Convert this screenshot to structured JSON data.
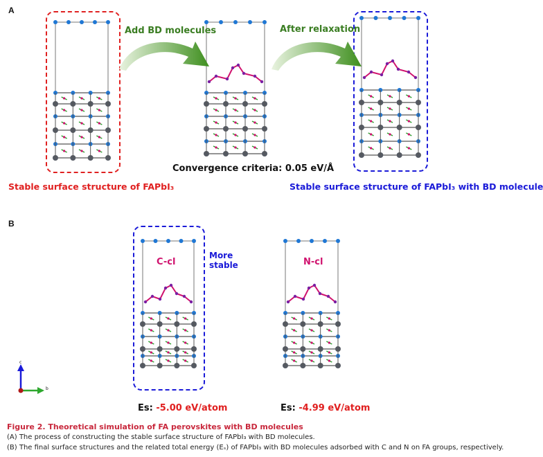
{
  "panel_a": {
    "letter": "A",
    "arrow1_label": "Add BD molecules",
    "arrow2_label": "After relaxation",
    "criteria": "Convergence criteria: 0.05 eV/Å",
    "caption_left": "Stable surface structure of FAPbI₃",
    "caption_right": "Stable surface structure of FAPbI₃ with BD molecule"
  },
  "panel_b": {
    "letter": "B",
    "site_c": "C-cl",
    "site_n": "N-cl",
    "more_line1": "More",
    "more_line2": "stable",
    "es_label": "Es:",
    "es_c": "-5.00 eV/atom",
    "es_n": "-4.99 eV/atom",
    "axis_c": "c",
    "axis_b": "b"
  },
  "figure": {
    "title": "Figure 2. Theoretical simulation of FA perovskites with BD molecules",
    "line_a": "(A) The process of constructing the stable surface structure of FAPbI₃ with BD molecules.",
    "line_b": "(B) The final surface structures and the related total energy (Eₛ) of FAPbI₃ with BD molecules adsorbed with C and N on FA groups, respectively."
  },
  "colors": {
    "iodine": "#1f77d4",
    "lead": "#555a63",
    "bd_molecule": "#d0126e",
    "fa_green": "#2e9e2e",
    "red": "#e02020",
    "blue": "#1a1ad8",
    "arrow_green": "#4e9a2a"
  }
}
